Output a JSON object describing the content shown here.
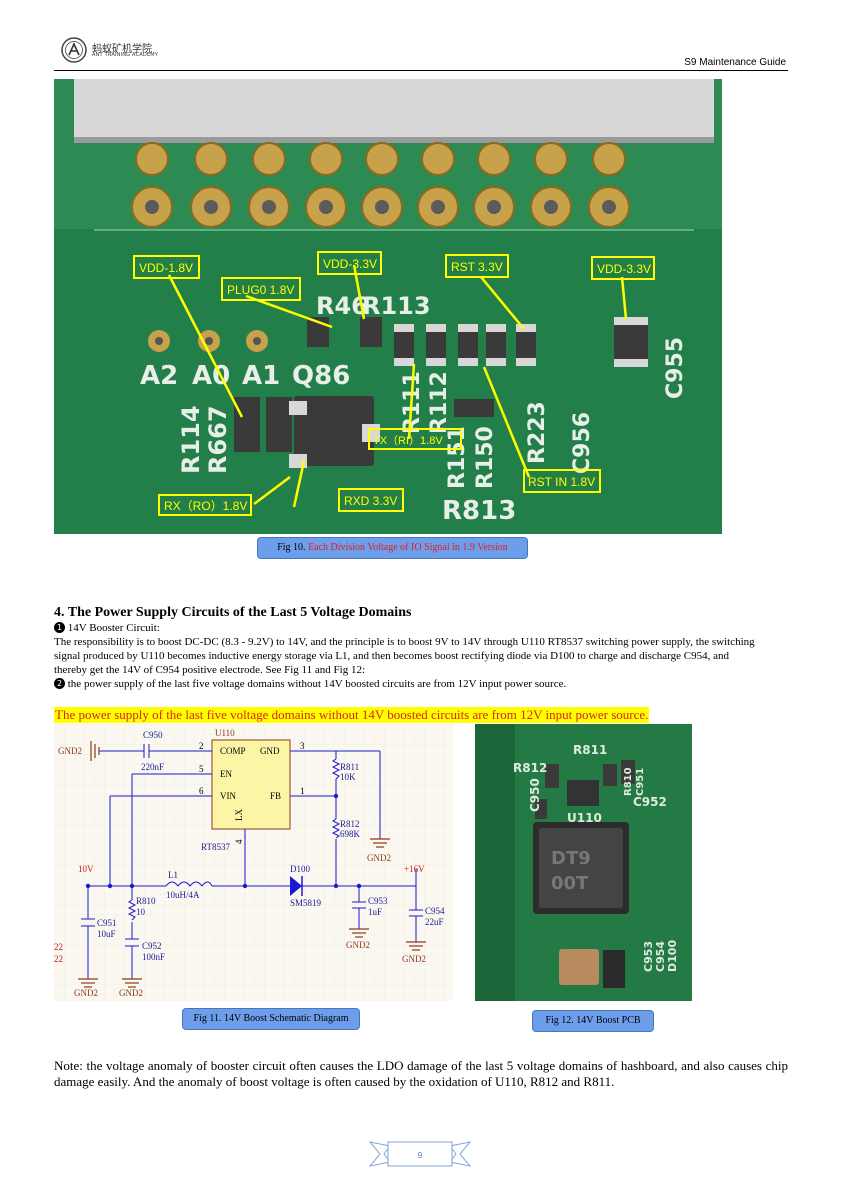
{
  "header": {
    "logo_cn": "蚂蚁矿机学院",
    "logo_en": "ANT TRAINING ACADEMY",
    "title": "S9 Maintenance Guide"
  },
  "photo1": {
    "labels": [
      "VDD-1.8V",
      "PLUG0 1.8V",
      "VDD-3.3V",
      "RST 3.3V",
      "VDD-3.3V",
      "TX（RI）1.8V",
      "RX（RO）1.8V",
      "RXD 3.3V",
      "RST IN 1.8V"
    ],
    "silkscreen": [
      "A2",
      "A0",
      "A1",
      "Q86",
      "R46",
      "R113",
      "R114",
      "R667",
      "R111",
      "R112",
      "R150",
      "R151",
      "R223",
      "R813",
      "C956",
      "C955"
    ]
  },
  "caption1": {
    "prefix": "Fig 10.",
    "text": "Each Division Voltage of IO Signal in 1.9 Version"
  },
  "section": {
    "title": "4. The Power Supply Circuits of the Last 5 Voltage Domains",
    "item1_num": "1",
    "item1_head": "14V Booster Circuit:",
    "item1_body": "The responsibility is to boost DC-DC (8.3 - 9.2V) to 14V, and the principle is to boost 9V to 14V through U110 RT8537 switching power supply, the switching signal produced by U110 becomes inductive energy storage via L1, and then becomes boost rectifying diode via D100 to charge and discharge C954, and thereby get the 14V of C954 positive electrode. See Fig 11 and Fig 12:",
    "item2_num": "2",
    "item2_body": "the power supply of the last five voltage domains without 14V boosted circuits are from 12V input power source.",
    "highlight": "The power supply of the last five voltage domains without 14V boosted circuits are from 12V input power source."
  },
  "schematic": {
    "labels": {
      "gnd2_left": "GND2",
      "c950": "C950",
      "c950_val": "220nF",
      "u110": "U110",
      "comp": "COMP",
      "gnd": "GND",
      "en": "EN",
      "vin": "VIN",
      "fb": "FB",
      "lx": "LX",
      "pin2": "2",
      "pin3": "3",
      "pin5": "5",
      "pin6": "6",
      "pin1": "1",
      "pin4": "4",
      "rt8537": "RT8537",
      "r811": "R811",
      "r811_val": "10K",
      "r812": "R812",
      "r812_val": "698K",
      "gnd2_fb": "GND2",
      "v10": "10V",
      "l1": "L1",
      "l1_val": "10uH/4A",
      "d100": "D100",
      "d100_val": "SM5819",
      "v16": "+16V",
      "r810": "R810",
      "r810_val": "10",
      "c951": "C951",
      "c951_val": "10uF",
      "c952": "C952",
      "c952_val": "100nF",
      "c953": "C953",
      "c953_val": "1uF",
      "c954": "C954",
      "c954_val": "22uF",
      "n22a": "22",
      "n22b": "22",
      "gnd2_a": "GND2",
      "gnd2_b": "GND2",
      "gnd2_c": "GND2",
      "gnd2_d": "GND2"
    }
  },
  "photo2": {
    "labels": [
      "R811",
      "R812",
      "C950",
      "R810",
      "C951",
      "C952",
      "U110",
      "C953",
      "C954",
      "D100"
    ]
  },
  "caption2": "Fig 11. 14V Boost Schematic Diagram",
  "caption3": "Fig 12. 14V Boost PCB",
  "note": "Note: the voltage anomaly of booster circuit often causes the LDO damage of the last 5 voltage domains of hashboard, and also causes chip damage easily. And the anomaly of boost voltage is often caused by the oxidation of U110, R812 and R811.",
  "page_number": "9"
}
